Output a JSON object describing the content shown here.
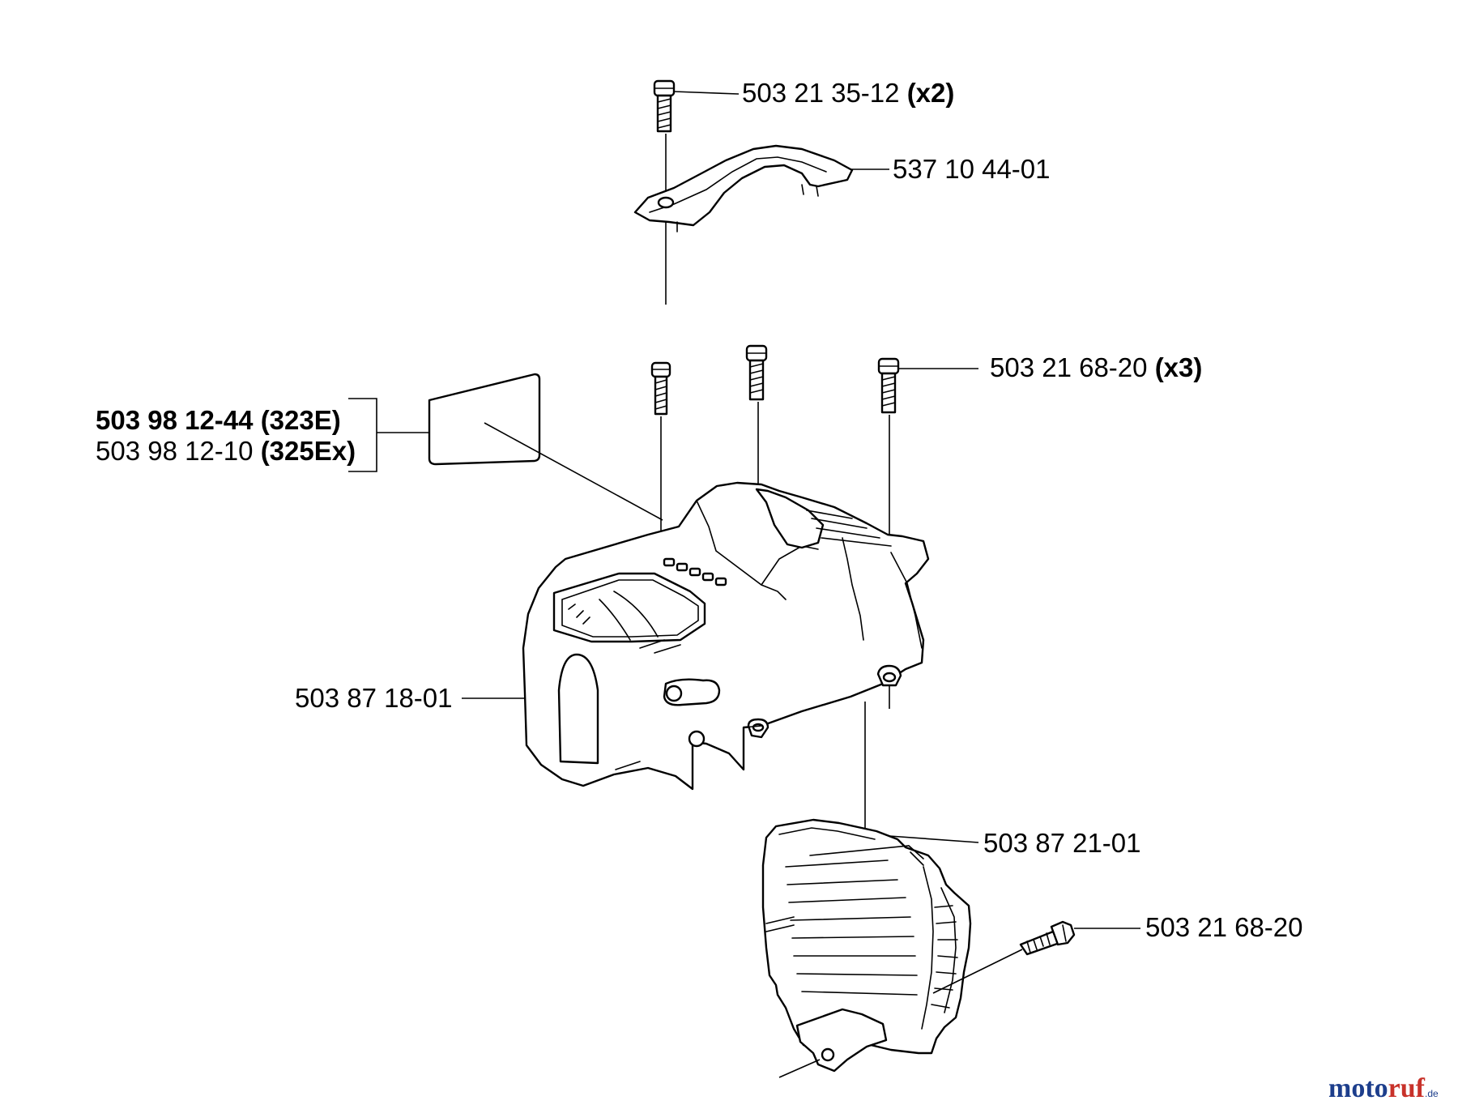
{
  "parts": {
    "top_screw": {
      "number": "503 21 35-12",
      "qty": "(x2)"
    },
    "handle_bracket": {
      "number": "537 10 44-01"
    },
    "cover_screws": {
      "number": "503 21 68-20",
      "qty": "(x3)"
    },
    "decal_323e": {
      "number": "503 98 12-44",
      "model": "(323E)"
    },
    "decal_325ex": {
      "number": "503 98 12-10",
      "model": "(325Ex)"
    },
    "cylinder_cover": {
      "number": "503 87 18-01"
    },
    "side_cover": {
      "number": "503 87 21-01"
    },
    "side_screw": {
      "number": "503 21 68-20"
    }
  },
  "watermark": {
    "main_blue": "moto",
    "main_red": "ruf",
    "suffix": ".de"
  },
  "colors": {
    "line": "#000000",
    "background": "#ffffff",
    "watermark_blue": "#1d3e8c",
    "watermark_red": "#c8322a"
  }
}
